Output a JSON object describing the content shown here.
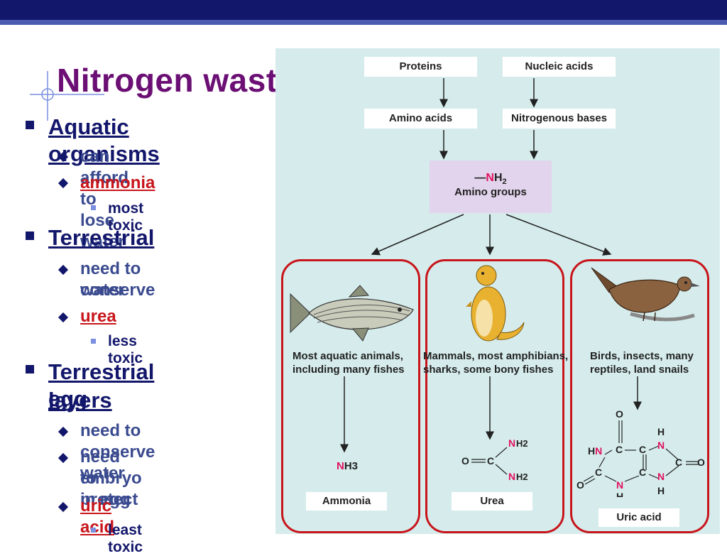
{
  "slide": {
    "title": "Nitrogen waste"
  },
  "outline": {
    "aquatic": {
      "heading": "Aquatic organisms",
      "points": [
        "can afford to lose water",
        "ammonia"
      ],
      "subpoint": "most toxic"
    },
    "terrestrial": {
      "heading": "Terrestrial",
      "point1_line1": "need to conserve",
      "point1_line2": "water",
      "point2": "urea",
      "subpoint": "less toxic"
    },
    "egg_layers": {
      "heading_line1": "Terrestrial egg",
      "heading_line2": "layers",
      "point1": "need to conserve water",
      "point2_line1": "need to protect",
      "point2_line2": "embryo in egg",
      "point3": "uric acid",
      "subpoint": "least toxic"
    }
  },
  "diagram": {
    "sources": [
      "Proteins",
      "Nucleic acids"
    ],
    "intermediates": [
      "Amino acids",
      "Nitrogenous bases"
    ],
    "amino_group_formula_dash": "—",
    "amino_group_N": "N",
    "amino_group_H": "H",
    "amino_group_sub": "2",
    "amino_group_label": "Amino groups",
    "groups": [
      {
        "caption_line1": "Most aquatic animals,",
        "caption_line2": "including many fishes",
        "product": "Ammonia"
      },
      {
        "caption_line1": "Mammals, most amphibians,",
        "caption_line2": "sharks, some bony fishes",
        "product": "Urea"
      },
      {
        "caption_line1": "Birds, insects, many",
        "caption_line2": "reptiles, land snails",
        "product": "Uric acid"
      }
    ],
    "chem": {
      "N": "N",
      "H": "H",
      "O": "O",
      "C": "C",
      "H3": "H3",
      "H2": "H2",
      "HN": "HN",
      "NH2_N": "N"
    }
  },
  "colors": {
    "title": "#6b0f74",
    "heading": "#13176b",
    "emphasis": "#c8151b",
    "nitrogen": "#e0115f",
    "panel": "#d6ecec",
    "frame": "#c8151b"
  },
  "icons": [
    "crosshair-decoration",
    "fish-illustration",
    "prairie-dog-illustration",
    "bird-illustration"
  ]
}
